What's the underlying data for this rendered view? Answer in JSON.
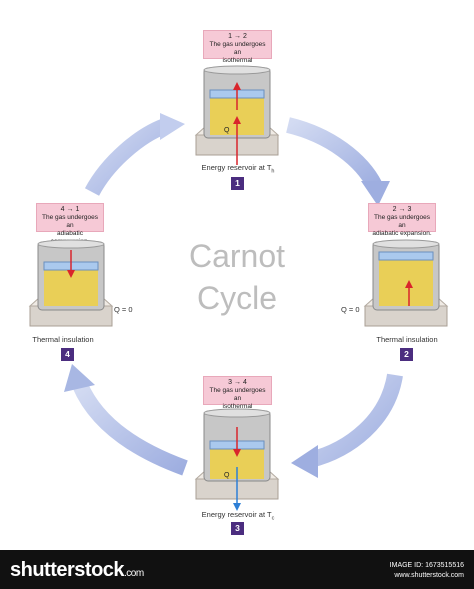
{
  "title": {
    "line1": "Carnot",
    "line2": "Cycle"
  },
  "steps": [
    {
      "number": "1",
      "transition": "1 → 2",
      "description_line1": "The gas undergoes an",
      "description_line2": "isothermal expansion.",
      "caption_main": "Energy reservoir at T",
      "caption_sub": "h",
      "heat_label": "Q",
      "heat_sub": "h"
    },
    {
      "number": "2",
      "transition": "2 → 3",
      "description_line1": "The gas undergoes an",
      "description_line2": "adiabatic expansion.",
      "caption_main": "Thermal insulation",
      "q_label": "Q = 0"
    },
    {
      "number": "3",
      "transition": "3 → 4",
      "description_line1": "The gas undergoes an",
      "description_line2": "isothermal compression.",
      "caption_main": "Energy reservoir at T",
      "caption_sub": "c",
      "heat_label": "Q",
      "heat_sub": "c"
    },
    {
      "number": "4",
      "transition": "4 → 1",
      "description_line1": "The gas undergoes an",
      "description_line2": "adiabatic compression.",
      "caption_main": "Thermal insulation",
      "q_label": "Q = 0"
    }
  ],
  "footer": {
    "logo": "shutterstock",
    "logo_suffix": ".com",
    "image_id": "IMAGE ID: 1673515516",
    "site": "www.shutterstock.com"
  },
  "colors": {
    "arrow": "#a9b6e2",
    "badge": "#4b2d7f",
    "label_bg": "#f6c9d6",
    "gas": "#e9cf57",
    "piston": "#aac9ee",
    "heat_arrow_hot": "#d9252c",
    "heat_arrow_cold": "#2d7fd6"
  }
}
